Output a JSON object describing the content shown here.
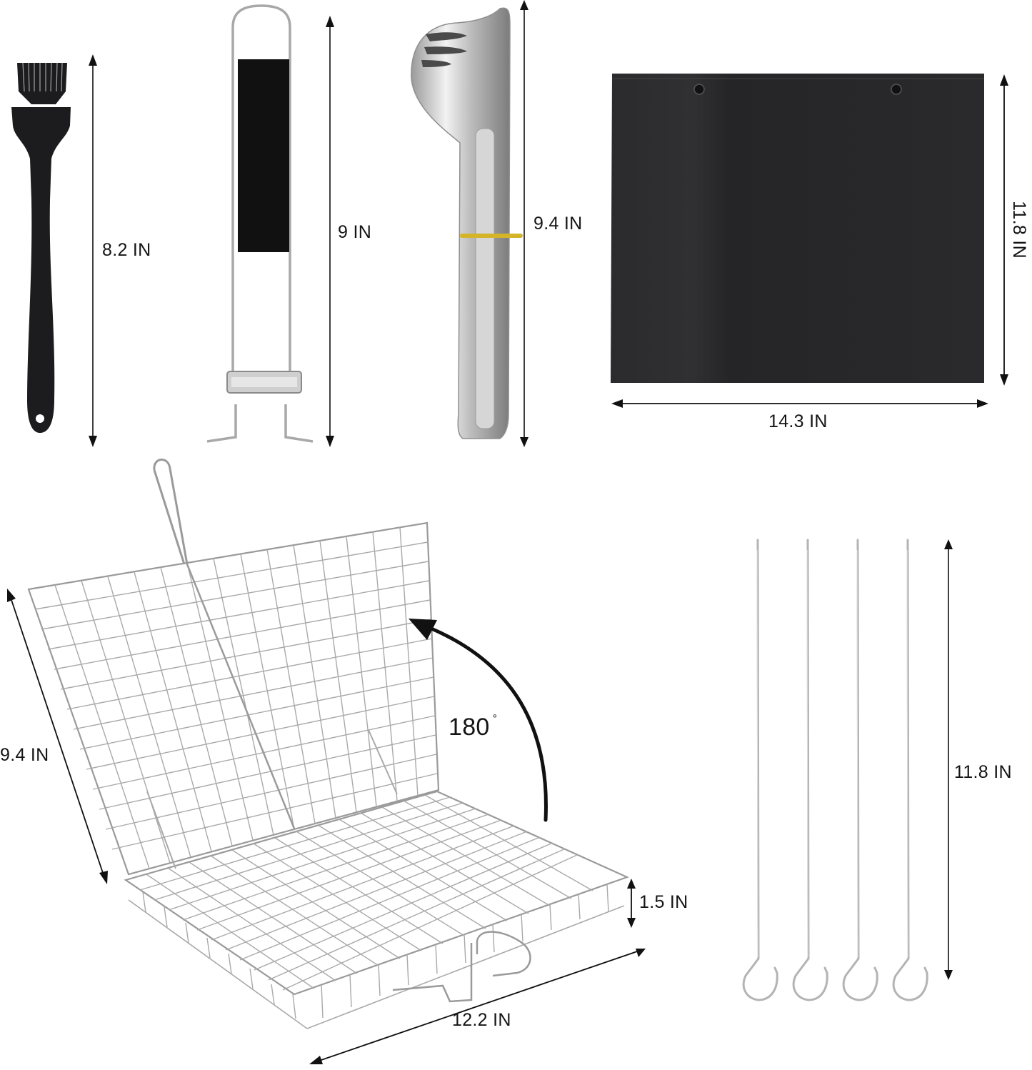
{
  "title": "Grill accessories set — product dimensions",
  "items": [
    {
      "name": "Silicone basting brush",
      "dimension_label": "8.2 IN",
      "color": "#1c1c1f"
    },
    {
      "name": "Detachable basket handle",
      "dimension_label": "9 IN",
      "color": "#111111"
    },
    {
      "name": "Stainless steel tongs",
      "dimension_label": "9.4 IN",
      "color": "#c9c9c9",
      "ring_color": "#d4b52a"
    },
    {
      "name": "Storage bag",
      "width_label": "14.3 IN",
      "height_label": "11.8 IN",
      "color": "#2a2a2c"
    },
    {
      "name": "Grill basket",
      "depth_label": "9.4 IN",
      "width_label": "12.2 IN",
      "height_label": "1.5 IN",
      "rotation_label": "180",
      "rotation_unit": "°"
    },
    {
      "name": "Skewers",
      "count": 4,
      "dimension_label": "11.8 IN"
    }
  ],
  "colors": {
    "background": "#ffffff",
    "arrow": "#111111",
    "steel": "#b8b8b8",
    "steel_dark": "#8a8a8a"
  }
}
